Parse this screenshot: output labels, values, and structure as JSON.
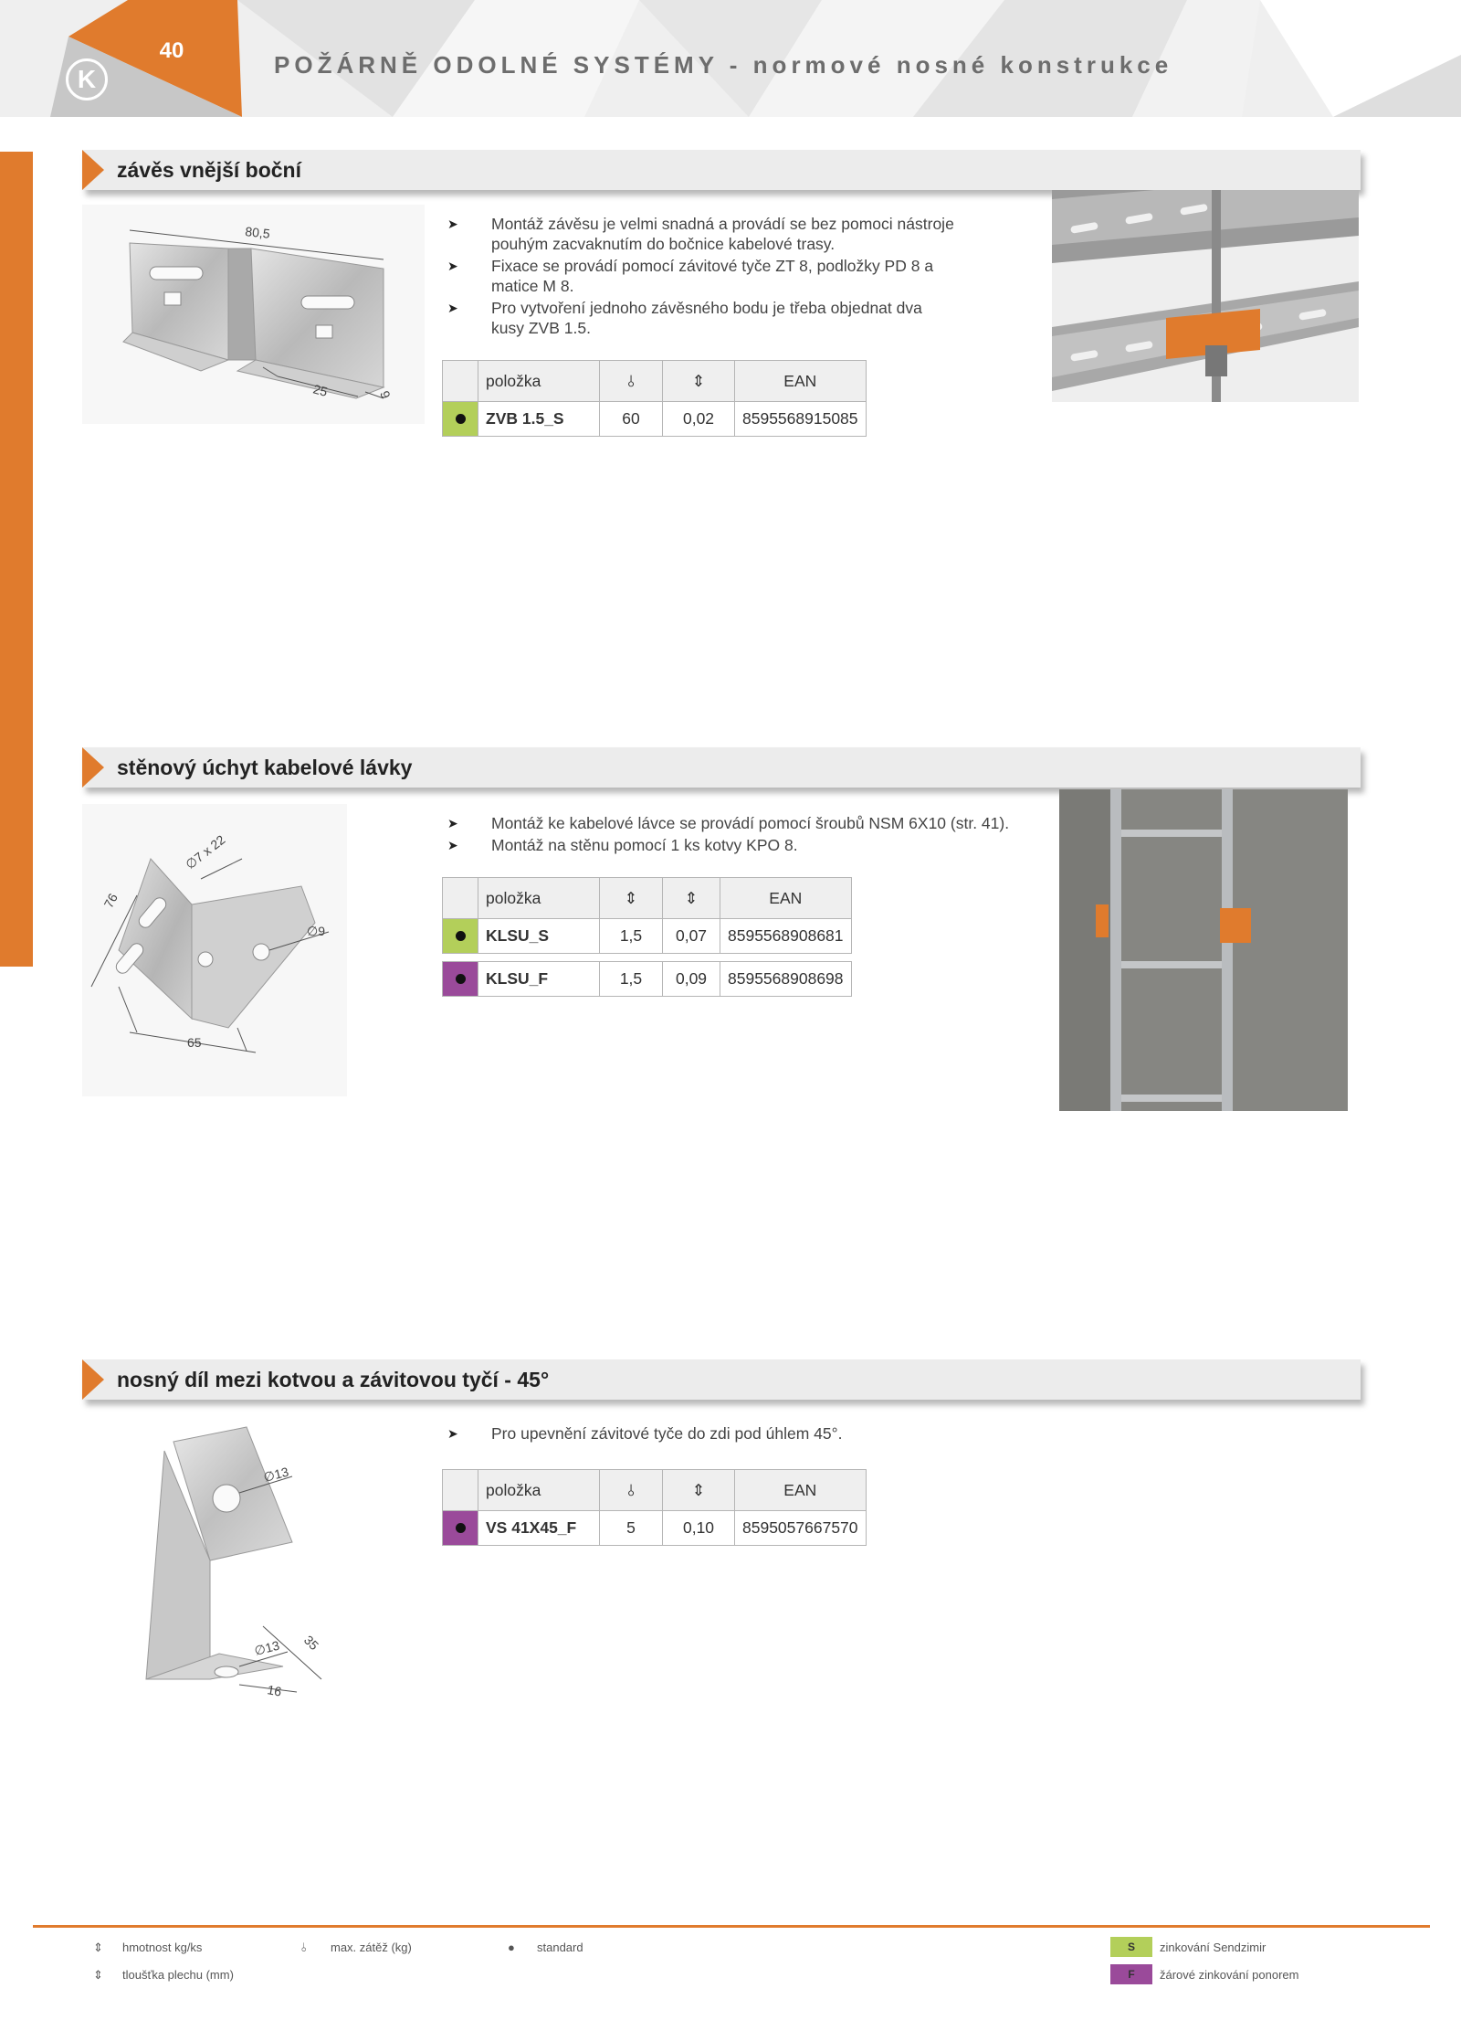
{
  "header": {
    "page_number": "40",
    "logo_letter": "K",
    "title": "POŽÁRNĚ ODOLNÉ SYSTÉMY - normové nosné konstrukce"
  },
  "sections": [
    {
      "title": "závěs vnější boční",
      "dims": [
        "80,5",
        "25",
        "9"
      ],
      "bullets": [
        "Montáž závěsu je velmi snadná a provádí se bez pomoci nástroje pouhým zacvaknutím do bočnice kabelové trasy.",
        "Fixace se provádí pomocí závitové tyče ZT 8, podložky PD 8 a matice M 8.",
        "Pro vytvoření jednoho závěsného bodu je třeba objednat dva kusy ZVB 1.5."
      ],
      "table": {
        "headers": [
          "položka",
          "⫰",
          "⇕",
          "EAN"
        ],
        "rows": [
          {
            "code": "ZVB 1.5_S",
            "v1": "60",
            "v2": "0,02",
            "ean": "8595568915085",
            "finish_color": "#b3cf5a"
          }
        ]
      }
    },
    {
      "title": "stěnový úchyt kabelové lávky",
      "dims": [
        "∅7 x 22",
        "76",
        "∅9",
        "65"
      ],
      "bullets": [
        "Montáž ke kabelové lávce se provádí pomocí šroubů NSM 6X10 (str. 41).",
        "Montáž na stěnu pomocí 1 ks kotvy KPO 8."
      ],
      "table": {
        "headers": [
          "položka",
          "⇕",
          "⇕",
          "EAN"
        ],
        "rows": [
          {
            "code": "KLSU_S",
            "v1": "1,5",
            "v2": "0,07",
            "ean": "8595568908681",
            "finish_color": "#b3cf5a"
          },
          {
            "code": "KLSU_F",
            "v1": "1,5",
            "v2": "0,09",
            "ean": "8595568908698",
            "finish_color": "#9a4a9a"
          }
        ]
      }
    },
    {
      "title": "nosný díl mezi kotvou a závitovou tyčí - 45°",
      "dims": [
        "∅13",
        "35",
        "∅13",
        "16"
      ],
      "bullets": [
        "Pro upevnění závitové tyče do zdi pod úhlem 45°."
      ],
      "table": {
        "headers": [
          "položka",
          "⫰",
          "⇕",
          "EAN"
        ],
        "rows": [
          {
            "code": "VS 41X45_F",
            "v1": "5",
            "v2": "0,10",
            "ean": "8595057667570",
            "finish_color": "#9a4a9a"
          }
        ]
      }
    }
  ],
  "footer": {
    "legend": [
      {
        "symbol": "⇕",
        "label": "hmotnost kg/ks"
      },
      {
        "symbol": "⇕",
        "label": "tloušťka plechu (mm)"
      },
      {
        "symbol": "⫰",
        "label": "max. zátěž (kg)"
      },
      {
        "symbol": "●",
        "label": "standard"
      }
    ],
    "finishes": [
      {
        "code": "S",
        "label": "zinkování Sendzimir",
        "color": "#b3cf5a"
      },
      {
        "code": "F",
        "label": "žárové zinkování ponorem",
        "color": "#9a4a9a"
      }
    ]
  }
}
